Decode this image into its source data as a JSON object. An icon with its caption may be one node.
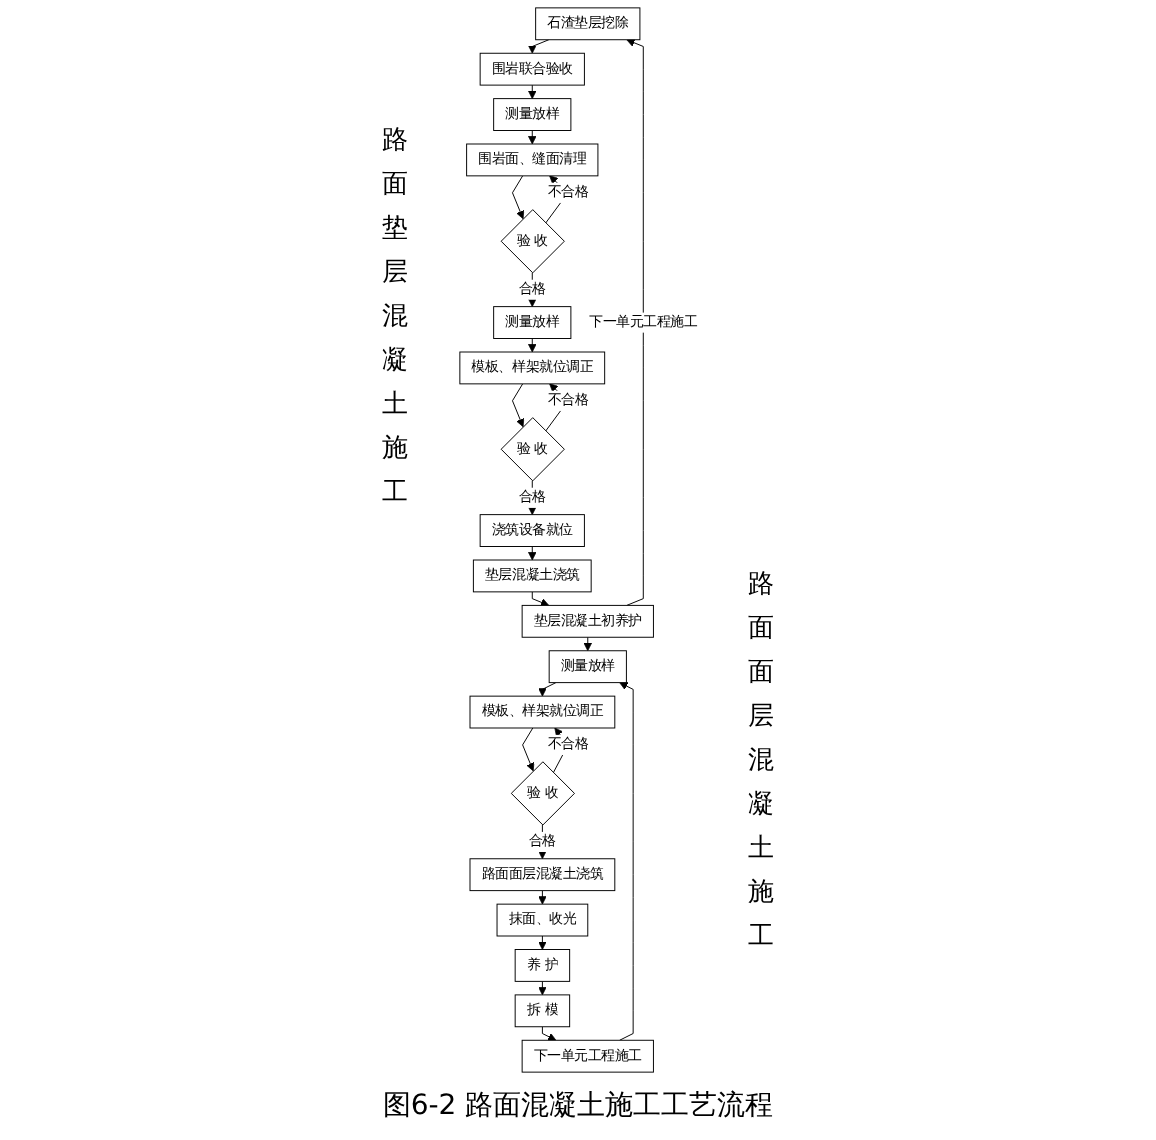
{
  "diagram": {
    "caption": "图6-2 路面混凝土施工工艺流程",
    "nodes": [
      {
        "text": [
          "石渣垫层挖除"
        ]
      },
      {
        "text": [
          "围岩联合验收"
        ]
      },
      {
        "text": [
          "测量放样"
        ]
      },
      {
        "text": [
          "围岩面、缝面清理"
        ]
      },
      {
        "text": [
          "验 收"
        ]
      },
      {
        "text": [
          "测量放样"
        ]
      },
      {
        "text": [
          "模板、样架就位调正"
        ]
      },
      {
        "text": [
          "验 收"
        ]
      },
      {
        "text": [
          "浇筑设备就位"
        ]
      },
      {
        "text": [
          "垫层混凝土浇筑"
        ]
      },
      {
        "text": [
          "垫层混凝土初养护"
        ]
      },
      {
        "text": [
          "测量放样"
        ]
      },
      {
        "text": [
          "模板、样架就位调正"
        ]
      },
      {
        "text": [
          "验 收"
        ]
      },
      {
        "text": [
          "路面面层混凝土浇筑"
        ]
      },
      {
        "text": [
          "抹面、收光"
        ]
      },
      {
        "text": [
          "养 护"
        ]
      },
      {
        "text": [
          "拆 模"
        ]
      },
      {
        "text": [
          "下一单元工程施工"
        ]
      }
    ],
    "edges": [
      {
        "from": 0,
        "to": 1,
        "arrow": "to"
      },
      {
        "from": 1,
        "to": 2,
        "arrow": "to"
      },
      {
        "from": 2,
        "to": 3,
        "arrow": "to"
      },
      {
        "from": 3,
        "to": 4,
        "arrow": "to"
      },
      {
        "from": 4,
        "to": 3,
        "label": "不合格",
        "arrow": "to"
      },
      {
        "from": 4,
        "to": 5,
        "label": "合格",
        "arrow": "to"
      },
      {
        "from": 5,
        "to": 6,
        "arrow": "to"
      },
      {
        "from": 6,
        "to": 7,
        "arrow": "to"
      },
      {
        "from": 7,
        "to": 6,
        "label": "不合格",
        "arrow": "to"
      },
      {
        "from": 7,
        "to": 8,
        "label": "合格",
        "arrow": "to"
      },
      {
        "from": 8,
        "to": 9,
        "arrow": "to"
      },
      {
        "from": 9,
        "to": 10,
        "arrow": "to"
      },
      {
        "from": 10,
        "to": 0,
        "label": "下一单元工程施工",
        "arrow": "to"
      },
      {
        "from": 10,
        "to": 11,
        "arrow": "to"
      },
      {
        "from": 11,
        "to": 12,
        "arrow": "to"
      },
      {
        "from": 12,
        "to": 13,
        "arrow": "to"
      },
      {
        "from": 13,
        "to": 12,
        "label": "不合格",
        "arrow": "to"
      },
      {
        "from": 13,
        "to": 14,
        "label": "合格",
        "arrow": "to"
      },
      {
        "from": 14,
        "to": 15,
        "arrow": "to"
      },
      {
        "from": 15,
        "to": 16,
        "arrow": "to"
      },
      {
        "from": 16,
        "to": 17,
        "arrow": "to"
      },
      {
        "from": 17,
        "to": 18,
        "arrow": "to"
      },
      {
        "from": 18,
        "to": 11,
        "arrow": "to"
      }
    ],
    "labels": [
      "路面垫层混凝土施工",
      "路面面层混凝土施工"
    ]
  }
}
